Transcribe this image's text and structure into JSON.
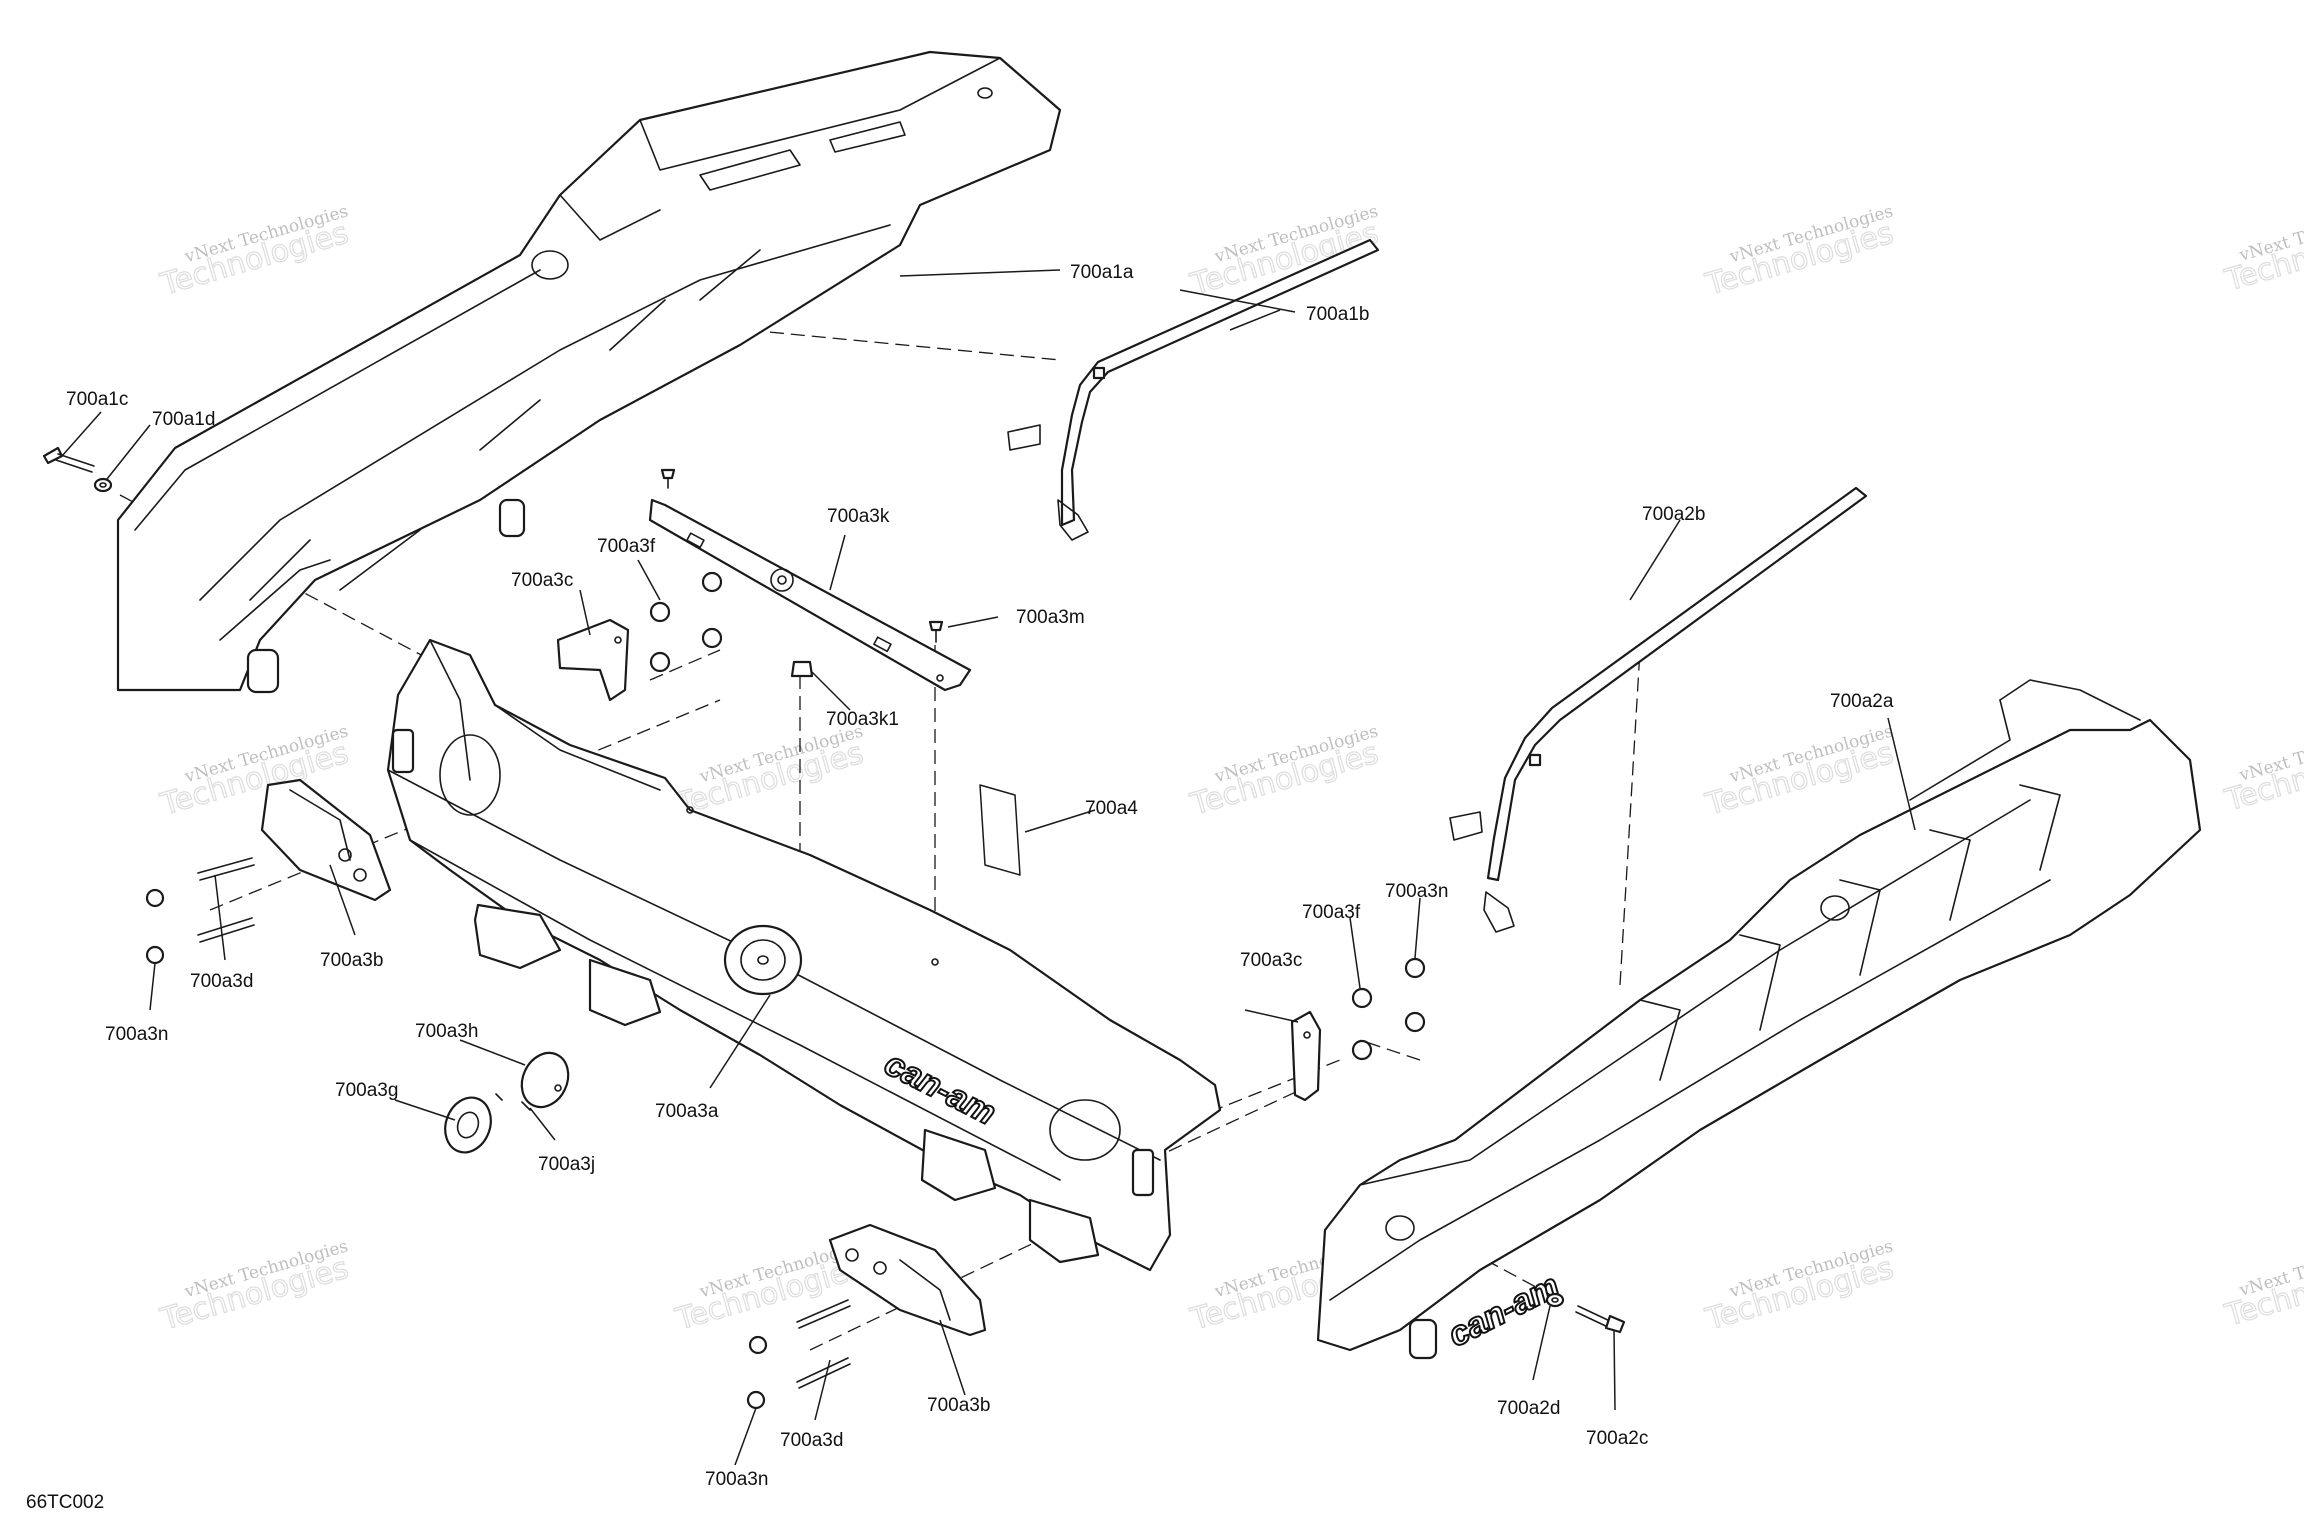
{
  "watermark": {
    "line1": "vNext Technologies",
    "line2": "Technologies",
    "line3": "vNext"
  },
  "drawing_code": "66TC002",
  "brand_marks": [
    "can-am",
    "can-am"
  ],
  "callouts": {
    "c_700a1a": "700a1a",
    "c_700a1b": "700a1b",
    "c_700a1c": "700a1c",
    "c_700a1d": "700a1d",
    "c_700a2a": "700a2a",
    "c_700a2b": "700a2b",
    "c_700a2c": "700a2c",
    "c_700a2d": "700a2d",
    "c_700a3a": "700a3a",
    "c_700a3b_left": "700a3b",
    "c_700a3b_right": "700a3b",
    "c_700a3c_left": "700a3c",
    "c_700a3c_right": "700a3c",
    "c_700a3d_left": "700a3d",
    "c_700a3d_right": "700a3d",
    "c_700a3f_left": "700a3f",
    "c_700a3f_right": "700a3f",
    "c_700a3g": "700a3g",
    "c_700a3h": "700a3h",
    "c_700a3j": "700a3j",
    "c_700a3k": "700a3k",
    "c_700a3k1": "700a3k1",
    "c_700a3m": "700a3m",
    "c_700a3n_left": "700a3n",
    "c_700a3n_right": "700a3n",
    "c_700a3n_bottom": "700a3n",
    "c_700a4": "700a4"
  }
}
